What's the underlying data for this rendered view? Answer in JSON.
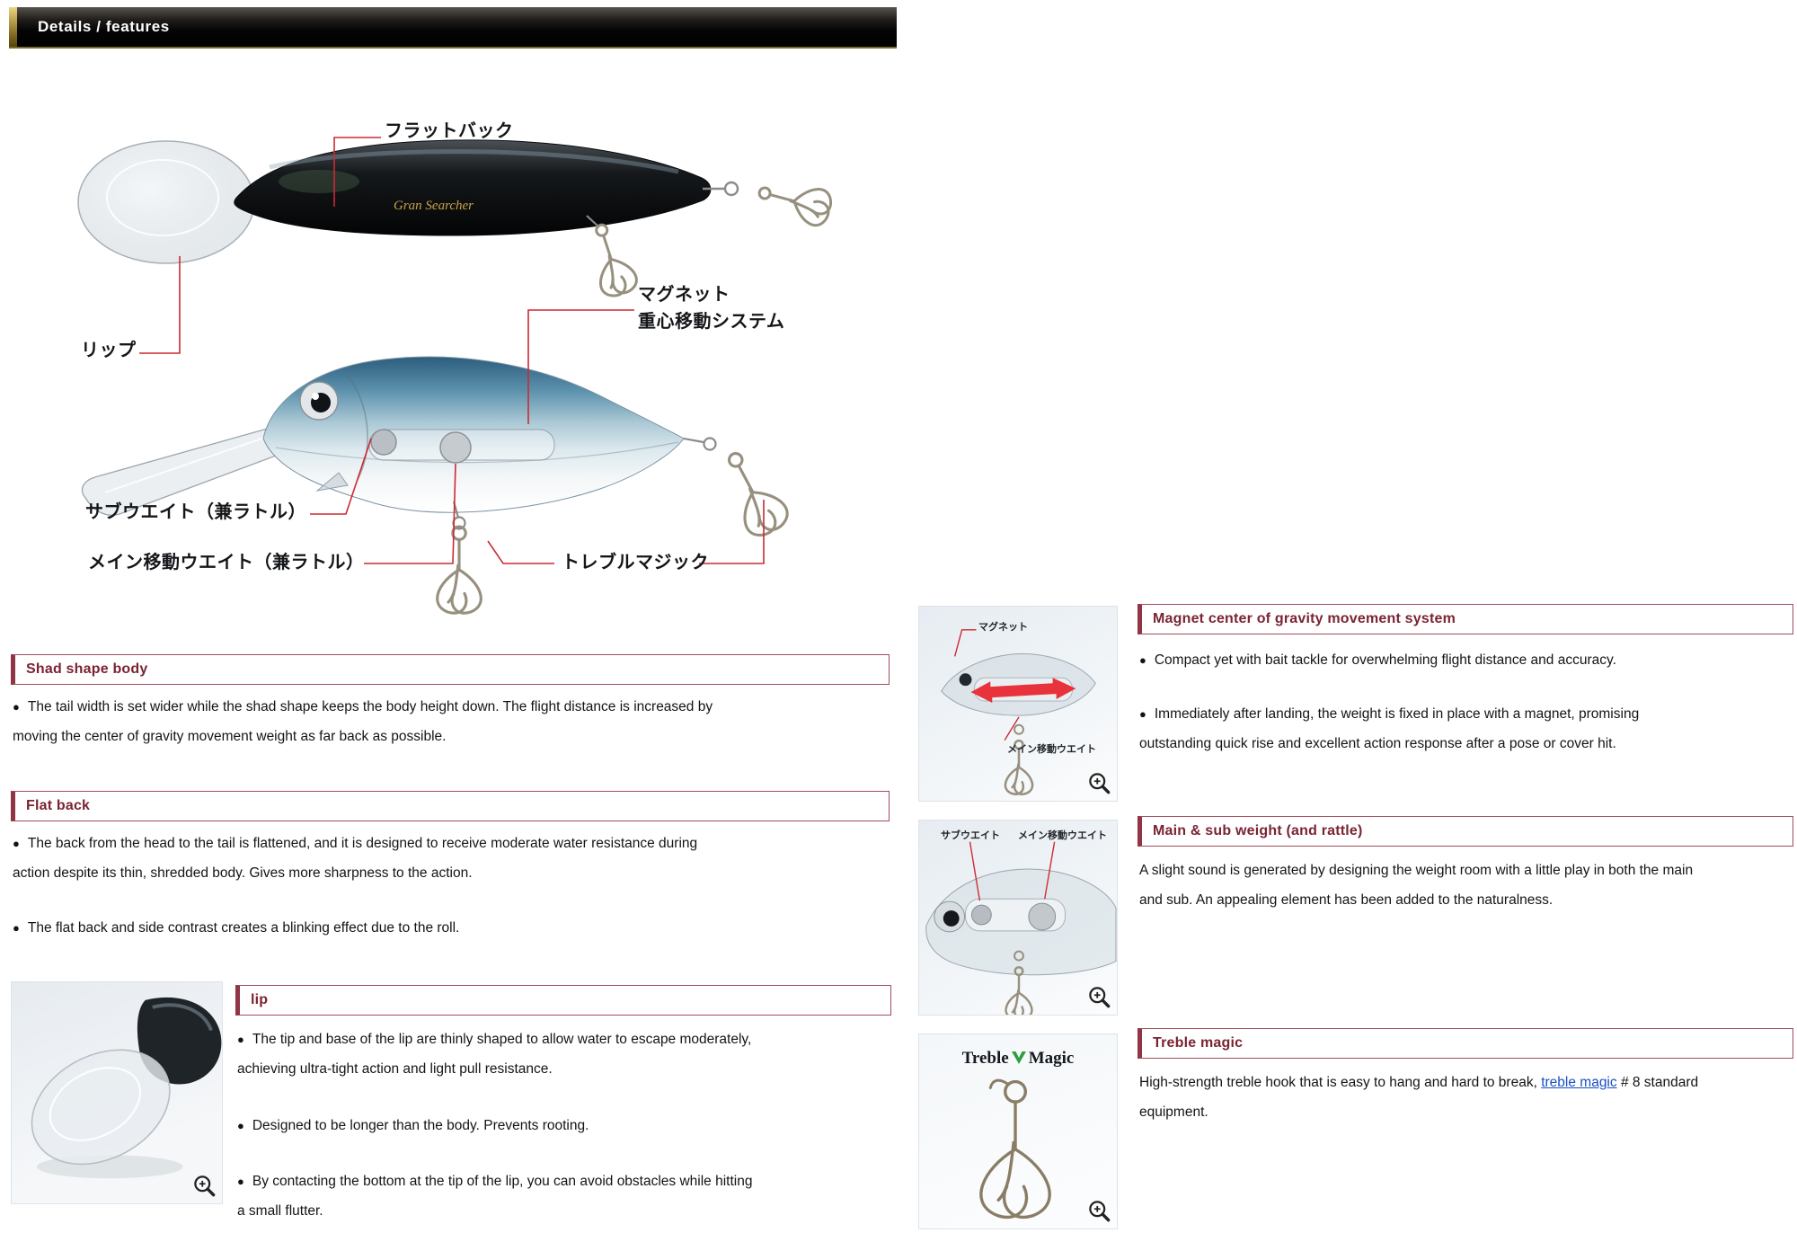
{
  "header": {
    "title": "Details / features"
  },
  "colors": {
    "accent_maroon": "#8f3545",
    "section_title_text": "#7a2433",
    "annotation_red": "#cc2a33",
    "arrow_red": "#e8323c",
    "link_blue": "#1a4fc4",
    "header_gold": "#b6952e",
    "logo_green": "#2f9e41"
  },
  "diagram": {
    "brand_text": "Gran Searcher",
    "labels": {
      "flat_back": "フラットバック",
      "lip": "リップ",
      "magnet_line1": "マグネット",
      "magnet_line2": "重心移動システム",
      "sub_weight": "サブウエイト（兼ラトル）",
      "main_weight": "メイン移動ウエイト（兼ラトル）",
      "treble_magic": "トレブルマジック"
    }
  },
  "sections": {
    "shad_shape_body": {
      "title": "Shad shape body",
      "bullets": [
        "The tail width is set wider while the shad shape keeps the body height down. The flight distance is increased by moving the center of gravity movement weight as far back as possible."
      ]
    },
    "flat_back": {
      "title": "Flat back",
      "bullets": [
        "The back from the head to the tail is flattened, and it is designed to receive moderate water resistance during action despite its thin, shredded body. Gives more sharpness to the action.",
        "The flat back and side contrast creates a blinking effect due to the roll."
      ]
    },
    "lip": {
      "title": "lip",
      "bullets": [
        "The tip and base of the lip are thinly shaped to allow water to escape moderately, achieving ultra-tight action and light pull resistance.",
        "Designed to be longer than the body. Prevents rooting.",
        "By contacting the bottom at the tip of the lip, you can avoid obstacles while hitting a small flutter."
      ]
    },
    "magnet_system": {
      "title": "Magnet center of gravity movement system",
      "bullets": [
        "Compact yet with bait tackle for overwhelming flight distance and accuracy.",
        "Immediately after landing, the weight is fixed in place with a magnet, promising outstanding quick rise and excellent action response after a pose or cover hit."
      ]
    },
    "main_sub_weight": {
      "title": "Main & sub weight (and rattle)",
      "text": "A slight sound is generated by designing the weight room with a little play in both the main and sub. An appealing element has been added to the naturalness."
    },
    "treble_magic": {
      "title": "Treble magic",
      "text_before": "High-strength treble hook that is easy to hang and hard to break, ",
      "link_text": "treble magic",
      "text_after": " # 8 standard equipment."
    }
  },
  "thumbs": {
    "magnet": {
      "label_top": "マグネット",
      "label_bottom": "メイン移動ウエイト"
    },
    "weight": {
      "label_left": "サブウエイト",
      "label_right": "メイン移動ウエイト"
    },
    "treble": {
      "logo_left": "Treble",
      "logo_right": "Magic"
    }
  }
}
